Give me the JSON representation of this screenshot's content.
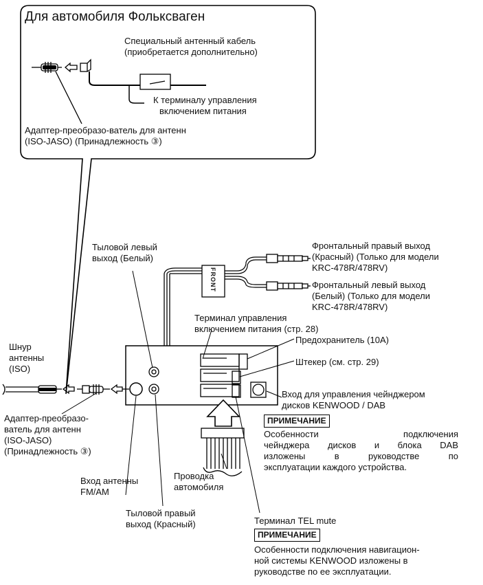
{
  "vw_box": {
    "title": "Для автомобиля Фольксваген",
    "cable_label": [
      "Специальный антенный кабель",
      "(приобретается дополнительно)"
    ],
    "terminal_label": [
      "К терминалу управления",
      "включением питания"
    ],
    "adapter_label": [
      "Адаптер-преобразо-ватель для антенн",
      "(ISO-JASO) (Принадлежность ③)"
    ]
  },
  "labels": {
    "rear_left": [
      "Тыловой левый",
      "выход (Белый)"
    ],
    "front_right": [
      "Фронтальный правый выход",
      "(Красный) (Только для модели",
      "KRC-478R/478RV)"
    ],
    "front_left": [
      "Фронтальный левый выход",
      "(Белый) (Только для модели",
      "KRC-478R/478RV)"
    ],
    "front_tag": "FRONT",
    "power_terminal": [
      "Терминал управления",
      "включением питания (стр. 28)"
    ],
    "fuse": "Предохранитель (10A)",
    "plug": "Штекер (см. стр. 29)",
    "antenna_cord": [
      "Шнур",
      "антенны",
      "(ISO)"
    ],
    "changer_input": [
      "Вход для управления чейнджером",
      "дисков KENWOOD / DAB"
    ],
    "adapter2": [
      "Адаптер-преобразо-",
      "ватель для антенн",
      "(ISO-JASO)",
      "(Принадлежность ③)"
    ],
    "antenna_input": [
      "Вход антенны",
      "FM/AM"
    ],
    "car_wiring": [
      "Проводка",
      "автомобиля"
    ],
    "rear_right": [
      "Тыловой правый",
      "выход (Красный)"
    ],
    "tel_mute": "Терминал TEL mute"
  },
  "notes": [
    {
      "label": "ПРИМЕЧАНИЕ",
      "lines": [
        "Особенности подключения",
        "чейнджера дисков и блока DAB",
        "изложены в руководстве по",
        "эксплуатации каждого устройства."
      ]
    },
    {
      "label": "ПРИМЕЧАНИЕ",
      "lines": [
        "Особенности подключения навигацион-",
        "ной системы KENWOOD изложены в",
        "руководстве по ее эксплуатации."
      ]
    }
  ]
}
